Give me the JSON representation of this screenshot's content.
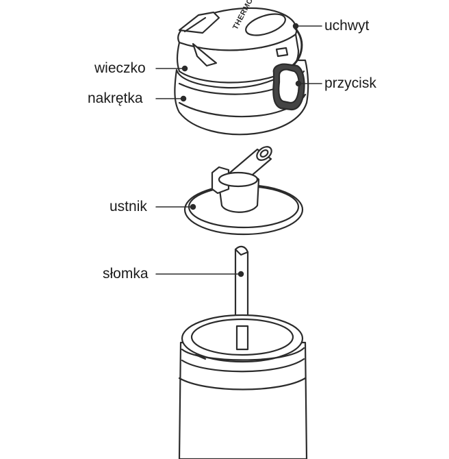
{
  "brand": "THERMOS",
  "labels": {
    "uchwyt": "uchwyt",
    "wieczko": "wieczko",
    "przycisk": "przycisk",
    "nakretka": "nakrętka",
    "ustnik": "ustnik",
    "slomka": "słomka"
  },
  "colors": {
    "outline": "#2b2b2b",
    "fill": "#ffffff",
    "button": "#444444"
  }
}
